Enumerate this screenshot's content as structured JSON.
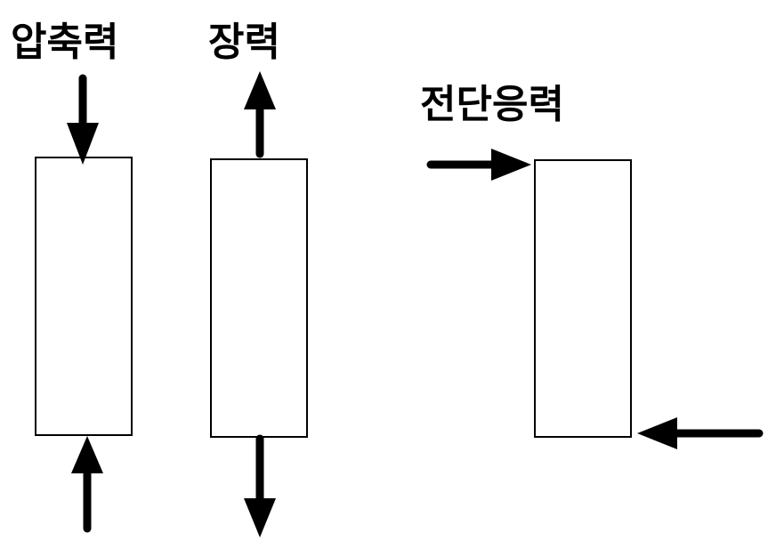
{
  "labels": {
    "compression": "압축력",
    "tension": "장력",
    "shear": "전단응력"
  },
  "colors": {
    "stroke": "#000000",
    "background": "#ffffff"
  }
}
